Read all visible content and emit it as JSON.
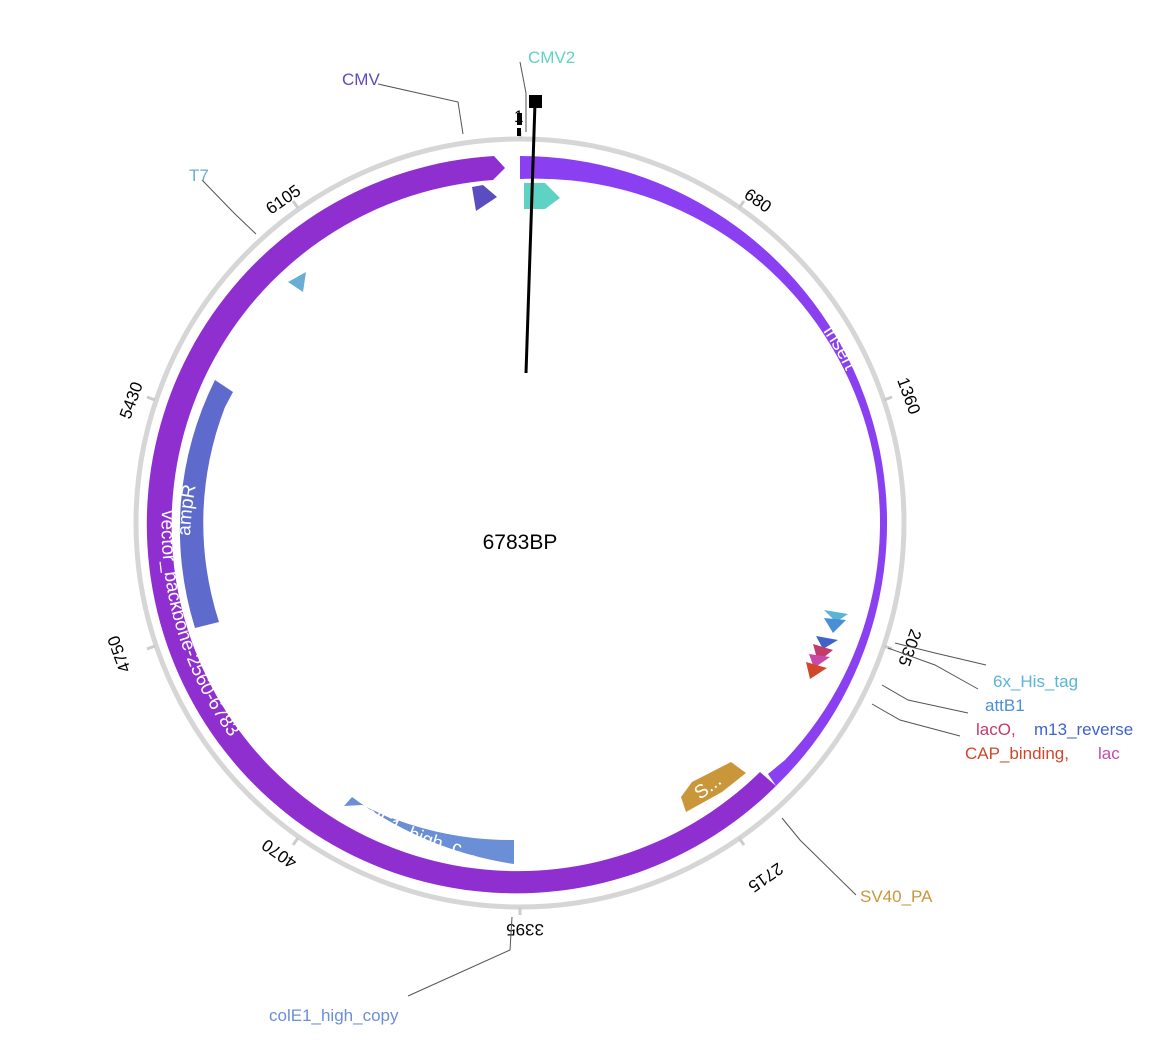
{
  "plasmid": {
    "length_label": "6783BP",
    "length_bp": 6783,
    "origin_label": "1",
    "ticks": [
      "680",
      "1360",
      "2035",
      "2715",
      "3395",
      "4070",
      "4750",
      "5430",
      "6105"
    ]
  },
  "features": {
    "insert": {
      "label": "insert",
      "color": "#8a3ff0"
    },
    "vector_backbone": {
      "label": "vector_backbone-2560-6783",
      "color": "#8f2fd0"
    },
    "ampR": {
      "label": "ampR",
      "color": "#5e6bcc"
    },
    "colE1_arc": {
      "label": "colE1_high_c...",
      "color": "#6b8fd6"
    },
    "sv40_arc": {
      "label": "S...",
      "color": "#c9973a"
    }
  },
  "external_labels": {
    "cmv": {
      "text": "CMV",
      "color": "#5b4dbf"
    },
    "cmv2": {
      "text": "CMV2",
      "color": "#5fd3c3"
    },
    "t7": {
      "text": "T7",
      "color": "#6aaed6"
    },
    "his_tag": {
      "text": "6x_His_tag",
      "color": "#5ab4d6"
    },
    "attb1": {
      "text": "attB1",
      "color": "#4a8fd6"
    },
    "laco": {
      "text": "lacO,",
      "color": "#c43a6a"
    },
    "m13": {
      "text": "m13_reverse",
      "color": "#3f63c9"
    },
    "cap": {
      "text": "CAP_binding,",
      "color": "#d0482c"
    },
    "lac": {
      "text": "lac",
      "color": "#c84aa8"
    },
    "sv40": {
      "text": "SV40_PA",
      "color": "#c9973a"
    },
    "cole1": {
      "text": "colE1_high_copy",
      "color": "#6b8fd6"
    }
  }
}
